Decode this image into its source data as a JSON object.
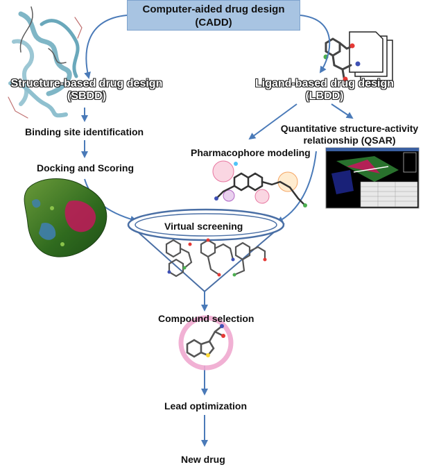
{
  "title": {
    "line1": "Computer-aided drug design",
    "line2": "(CADD)"
  },
  "sbdd": {
    "line1": "Structure-based drug design",
    "line2": "(SBDD)"
  },
  "lbdd": {
    "line1": "Ligand-based drug design",
    "line2": "(LBDD)"
  },
  "nodes": {
    "binding_site": "Binding site identification",
    "docking": "Docking and Scoring",
    "pharmacophore": "Pharmacophore modeling",
    "qsar_line1": "Quantitative structure-activity",
    "qsar_line2": "relationship (QSAR)",
    "virtual_screening": "Virtual screening",
    "compound_selection": "Compound selection",
    "lead_optimization": "Lead optimization",
    "new_drug": "New drug"
  },
  "colors": {
    "arrow": "#4a7ab8",
    "title_fill": "#a8c4e2",
    "funnel_stroke": "#4a6fa5",
    "highlight_ring": "#f0a8cf"
  },
  "icons": [
    "protein-ribbon-image",
    "molecule-documents-image",
    "protein-surface-image",
    "pharmacophore-model-image",
    "qsar-screenshot-image",
    "ligand-molecules-image",
    "selected-compound-image"
  ]
}
